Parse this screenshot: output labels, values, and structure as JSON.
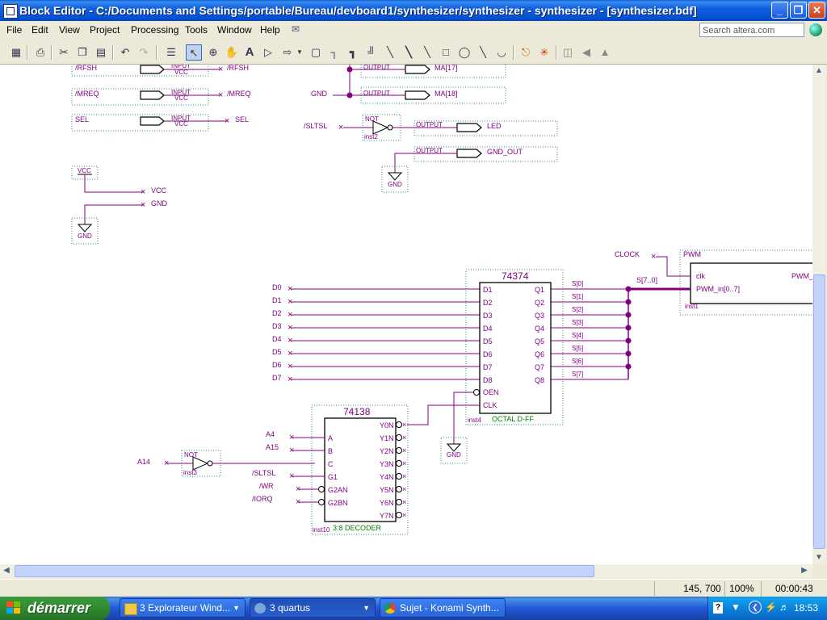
{
  "window": {
    "title": "Block Editor - C:/Documents and Settings/portable/Bureau/devboard1/synthesizer/synthesizer - synthesizer - [synthesizer.bdf]",
    "minimize": "_",
    "maximize": "❐",
    "close": "✕"
  },
  "menu": [
    "File",
    "Edit",
    "View",
    "Project",
    "Processing",
    "Tools",
    "Window",
    "Help"
  ],
  "search": {
    "placeholder": "Search altera.com"
  },
  "schematic": {
    "io_left": [
      {
        "type": "INPUT",
        "sub": "VCC",
        "name": "/RFSH",
        "pin": "/RFSH"
      },
      {
        "type": "INPUT",
        "sub": "VCC",
        "name": "/MREQ",
        "pin": "/MREQ"
      },
      {
        "type": "INPUT",
        "sub": "VCC",
        "name": "SEL",
        "pin": "SEL"
      }
    ],
    "io_top": [
      {
        "type": "OUTPUT",
        "name": "MA[17]"
      },
      {
        "type": "OUTPUT",
        "name": "MA[18]"
      },
      {
        "type": "OUTPUT",
        "name": "LED"
      },
      {
        "type": "OUTPUT",
        "name": "GND_OUT"
      }
    ],
    "gnd_label": "GND",
    "vcc_label": "VCC",
    "vcc_pin": "VCC",
    "gnd_pin": "GND",
    "sltsl_top": "/SLTSL",
    "not_label": "NOT",
    "inst2": "inst2",
    "inst3": "inst3",
    "clock_pin": "CLOCK",
    "pwm": {
      "name": "PWM",
      "port_clk": "clk",
      "port_in": "PWM_in[0..7]",
      "port_out": "PWM_",
      "inst": "inst1"
    },
    "bus_label": "S[7..0]",
    "ff": {
      "name": "74374",
      "inputs": [
        "D1",
        "D2",
        "D3",
        "D4",
        "D5",
        "D6",
        "D7",
        "D8"
      ],
      "outputs": [
        "Q1",
        "Q2",
        "Q3",
        "Q4",
        "Q5",
        "Q6",
        "Q7",
        "Q8"
      ],
      "oen": "OEN",
      "clk": "CLK",
      "inst": "inst4",
      "desc": "OCTAL D-FF"
    },
    "data_pins": [
      "D0",
      "D1",
      "D2",
      "D3",
      "D4",
      "D5",
      "D6",
      "D7"
    ],
    "s_labels": [
      "S[0]",
      "S[1]",
      "S[2]",
      "S[3]",
      "S[4]",
      "S[5]",
      "S[6]",
      "S[7]"
    ],
    "dec": {
      "name": "74138",
      "inputs": [
        "A",
        "B",
        "C",
        "G1",
        "G2AN",
        "G2BN"
      ],
      "outputs": [
        "Y0N",
        "Y1N",
        "Y2N",
        "Y3N",
        "Y4N",
        "Y5N",
        "Y6N",
        "Y7N"
      ],
      "inst": "inst10",
      "desc": "3:8 DECODER"
    },
    "dec_pins": [
      "A4",
      "A15",
      "A14",
      "/SLTSL",
      "/WR",
      "/IORQ"
    ]
  },
  "status": {
    "coords": "145, 700",
    "zoom": "100%",
    "time": "00:00:43"
  },
  "taskbar": {
    "start": "démarrer",
    "tasks": [
      "3 Explorateur Wind...",
      "3 quartus",
      "Sujet - Konami Synth..."
    ],
    "clock": "18:53"
  }
}
